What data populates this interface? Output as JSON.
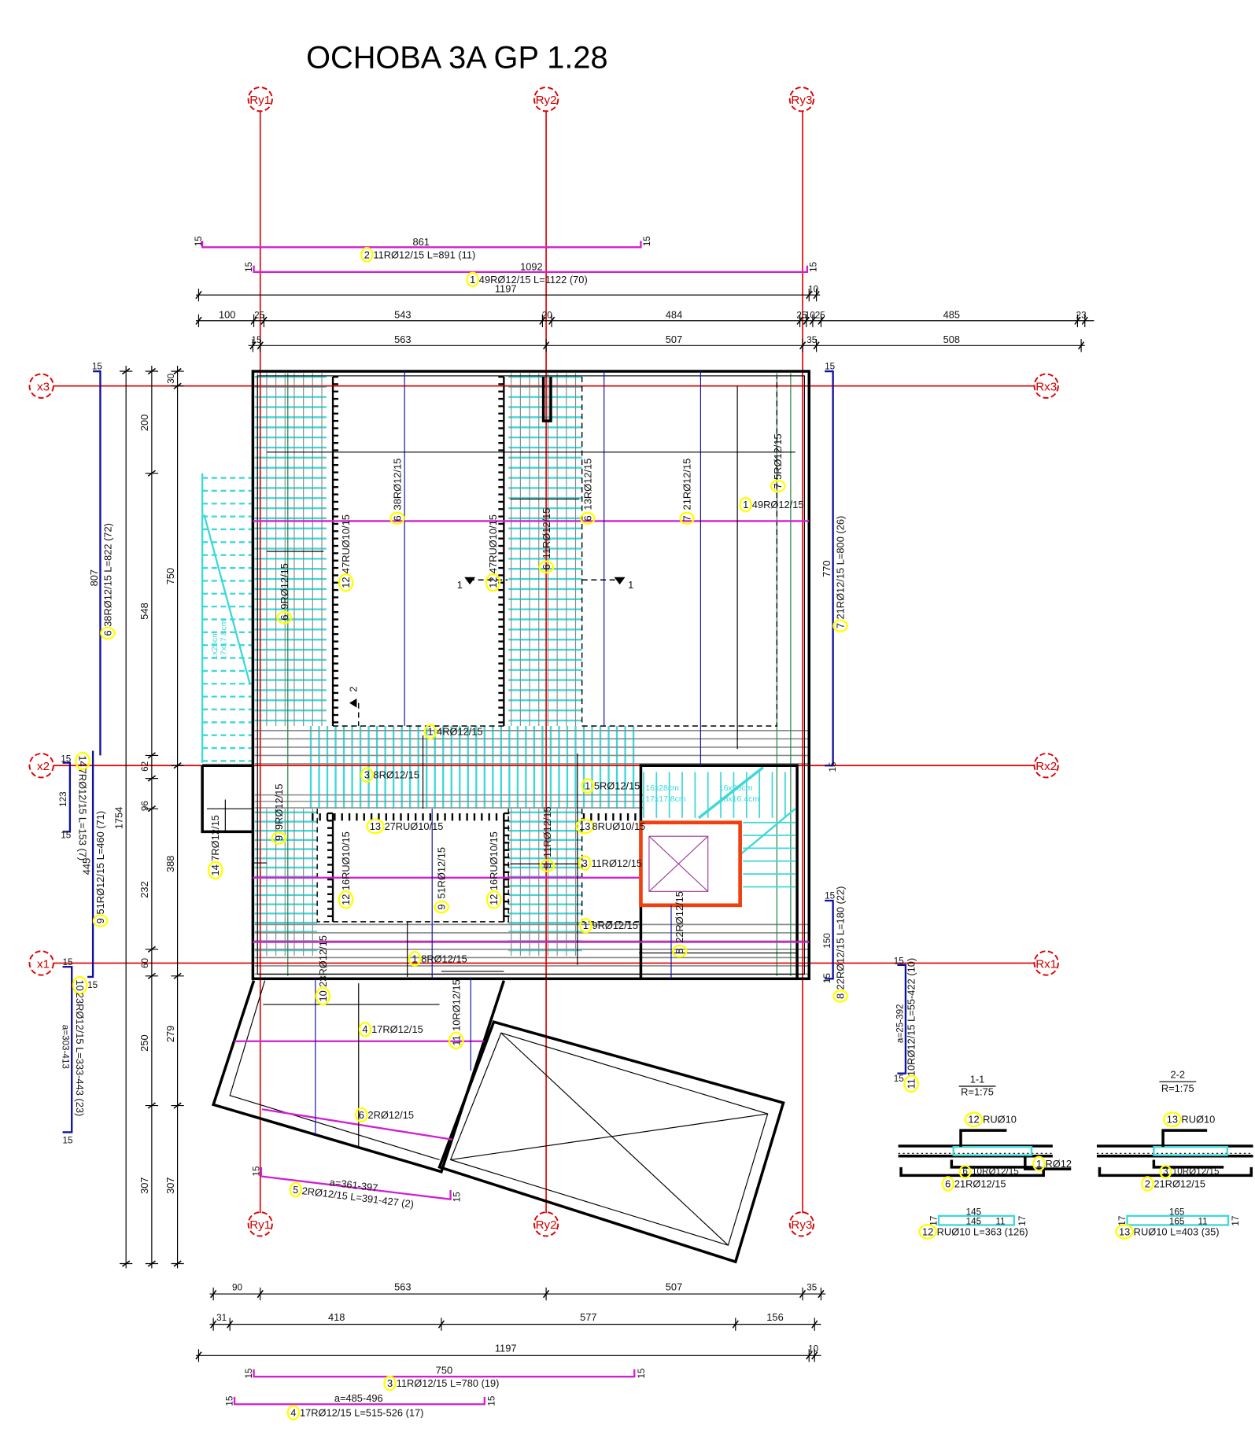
{
  "title": "OCHOBA 3A GP 1.28",
  "grid": {
    "y_axes": [
      "Ry1",
      "Ry2",
      "Ry3"
    ],
    "x_axes": [
      "Rx3",
      "Rx2",
      "Rx1"
    ],
    "left_axes_clipped": [
      "x3",
      "x2",
      "x1"
    ]
  },
  "colors": {
    "grid": "#dd0000",
    "top_bars": "#d020d0",
    "bottom_bars": "#1010a0",
    "stirrups": "#3fd8d8",
    "marks": "#ffff00",
    "elevator": "#f04010"
  },
  "top": {
    "bar2": {
      "len": "861",
      "hook_l": "15",
      "hook_r": "15",
      "mark": "2",
      "desc": "11RØ12/15 L=891 (11)"
    },
    "bar1": {
      "len": "1092",
      "hook_l": "15",
      "hook_r": "15",
      "mark": "1",
      "desc": "49RØ12/15 L=1122 (70)"
    },
    "overall": {
      "total": "1197",
      "end": "10"
    },
    "chain1": [
      "100",
      "25",
      "543",
      "20",
      "484",
      "25",
      "10",
      "25",
      "485",
      "23"
    ],
    "chain2": [
      "15",
      "563",
      "507",
      "35",
      "508"
    ]
  },
  "left": {
    "bar6": {
      "hook": "15",
      "len": "807",
      "mark": "6",
      "desc": "38RØ12/15 L=822 (72)"
    },
    "bar14": {
      "hook_t": "15",
      "len": "123",
      "hook_b": "15",
      "mark": "14",
      "desc": "7RØ12/15 L=153 (7)"
    },
    "bar9": {
      "len": "445",
      "hook": "15",
      "mark": "9",
      "desc": "51RØ12/15 L=460 (71)"
    },
    "bar10": {
      "hook_t": "15",
      "a": "a=303-413",
      "hook_b": "15",
      "mark": "10",
      "desc": "23RØ12/15 L=333-443 (23)"
    },
    "total": "1754",
    "chain_a": [
      "200",
      "548",
      "62",
      "96",
      "232",
      "60",
      "250",
      "307"
    ],
    "chain_b": [
      "30",
      "750",
      "388",
      "279",
      "307"
    ]
  },
  "plan": {
    "labels": [
      {
        "mark": "6",
        "desc": "38RØ12/15"
      },
      {
        "mark": "12",
        "desc": "47RUØ10/15"
      },
      {
        "mark": "6",
        "desc": "9RØ12/15"
      },
      {
        "mark": "12",
        "desc": "47RUØ10/15"
      },
      {
        "mark": "6",
        "desc": "11RØ12/15"
      },
      {
        "mark": "6",
        "desc": "13RØ12/15"
      },
      {
        "mark": "7",
        "desc": "21RØ12/15"
      },
      {
        "mark": "7",
        "desc": "5RØ12/15"
      },
      {
        "mark": "1",
        "desc": "49RØ12/15"
      },
      {
        "mark": "1",
        "desc": "4RØ12/15"
      },
      {
        "mark": "3",
        "desc": "8RØ12/15"
      },
      {
        "mark": "1",
        "desc": "5RØ12/15"
      },
      {
        "mark": "9",
        "desc": "9RØ12/15"
      },
      {
        "mark": "13",
        "desc": "27RUØ10/15"
      },
      {
        "mark": "13",
        "desc": "8RUØ10/15"
      },
      {
        "mark": "14",
        "desc": "7RØ12/15"
      },
      {
        "mark": "12",
        "desc": "16RUØ10/15"
      },
      {
        "mark": "9",
        "desc": "51RØ12/15"
      },
      {
        "mark": "12",
        "desc": "16RUØ10/15"
      },
      {
        "mark": "9",
        "desc": "11RØ12/15"
      },
      {
        "mark": "3",
        "desc": "11RØ12/15"
      },
      {
        "mark": "8",
        "desc": "22RØ12/15"
      },
      {
        "mark": "1",
        "desc": "9RØ12/15"
      },
      {
        "mark": "1",
        "desc": "8RØ12/15"
      },
      {
        "mark": "10",
        "desc": "23RØ12/15"
      },
      {
        "mark": "11",
        "desc": "10RØ12/15"
      },
      {
        "mark": "4",
        "desc": "17RØ12/15"
      },
      {
        "mark": "6",
        "desc": "2RØ12/15"
      }
    ],
    "bar5": {
      "a": "a=361-397",
      "hook_l": "15",
      "hook_r": "15",
      "mark": "5",
      "desc": "2RØ12/15 L=391-427 (2)"
    },
    "section_1": "1",
    "section_2": "2",
    "stair_1": [
      "1x28cm",
      "17x17.8cm"
    ],
    "stair_2": [
      "16x28cm",
      "17x17.8cm",
      "16x28cm",
      "18x16.4cm"
    ]
  },
  "right": {
    "bar7": {
      "hook": "15",
      "len": "770",
      "end": "15",
      "mark": "7",
      "desc": "21RØ12/15 L=800 (26)"
    },
    "bar8": {
      "hook": "15",
      "len": "150",
      "end": "15",
      "mark": "8",
      "desc": "22RØ12/15 L=180 (22)"
    },
    "bar11": {
      "hook_t": "15",
      "a": "a=25-392",
      "hook_b": "15",
      "mark": "11",
      "desc": "10RØ12/15 L=55-422 (10)"
    }
  },
  "sections": [
    {
      "name": "1-1",
      "scale": "R=1:75",
      "stirrup": {
        "mark": "12",
        "desc": "RUØ10"
      },
      "side": {
        "mark": "1",
        "desc": "RØ12"
      },
      "top": {
        "mark": "6",
        "desc": "10RØ12/15"
      },
      "bottom": {
        "mark": "6",
        "desc": "21RØ12/15"
      },
      "shape": {
        "w1": "145",
        "w2": "145",
        "h": "11",
        "leg_l": "17",
        "leg_r": "17",
        "mark": "12",
        "desc": "RUØ10 L=363 (126)"
      }
    },
    {
      "name": "2-2",
      "scale": "R=1:75",
      "stirrup": {
        "mark": "13",
        "desc": "RUØ10"
      },
      "top": {
        "mark": "3",
        "desc": "10RØ12/15"
      },
      "bottom": {
        "mark": "2",
        "desc": "21RØ12/15"
      },
      "shape": {
        "w1": "165",
        "w2": "165",
        "h": "11",
        "leg_l": "17",
        "leg_r": "17",
        "mark": "13",
        "desc": "RUØ10 L=403 (35)"
      }
    }
  ],
  "bottom": {
    "chain1": [
      "90",
      "563",
      "507",
      "35"
    ],
    "chain2": [
      "31",
      "418",
      "577",
      "156"
    ],
    "overall": {
      "total": "1197",
      "end": "10"
    },
    "bar3": {
      "len": "750",
      "hook_l": "15",
      "hook_r": "15",
      "mark": "3",
      "desc": "11RØ12/15 L=780 (19)"
    },
    "bar4": {
      "a": "a=485-496",
      "hook_l": "15",
      "hook_r": "15",
      "mark": "4",
      "desc": "17RØ12/15 L=515-526 (17)"
    }
  }
}
